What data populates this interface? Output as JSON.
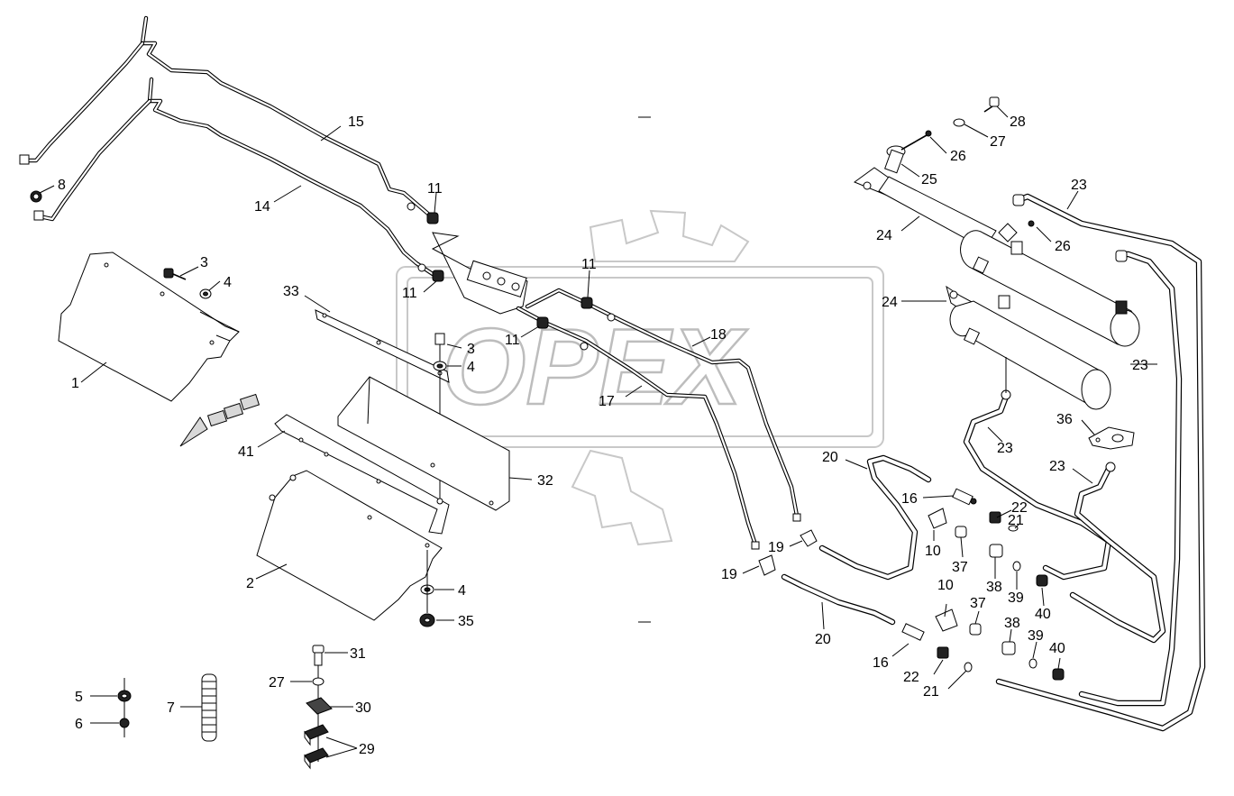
{
  "watermark": {
    "text": "OPEX"
  },
  "callouts": [
    {
      "id": "c1",
      "text": "1"
    },
    {
      "id": "c2",
      "text": "2"
    },
    {
      "id": "c3a",
      "text": "3"
    },
    {
      "id": "c3b",
      "text": "3"
    },
    {
      "id": "c4a",
      "text": "4"
    },
    {
      "id": "c4b",
      "text": "4"
    },
    {
      "id": "c4c",
      "text": "4"
    },
    {
      "id": "c5",
      "text": "5"
    },
    {
      "id": "c6",
      "text": "6"
    },
    {
      "id": "c7",
      "text": "7"
    },
    {
      "id": "c8",
      "text": "8"
    },
    {
      "id": "c10a",
      "text": "10"
    },
    {
      "id": "c10b",
      "text": "10"
    },
    {
      "id": "c11a",
      "text": "11"
    },
    {
      "id": "c11b",
      "text": "11"
    },
    {
      "id": "c11c",
      "text": "11"
    },
    {
      "id": "c11d",
      "text": "11"
    },
    {
      "id": "c14",
      "text": "14"
    },
    {
      "id": "c15",
      "text": "15"
    },
    {
      "id": "c16a",
      "text": "16"
    },
    {
      "id": "c16b",
      "text": "16"
    },
    {
      "id": "c17",
      "text": "17"
    },
    {
      "id": "c18",
      "text": "18"
    },
    {
      "id": "c19a",
      "text": "19"
    },
    {
      "id": "c19b",
      "text": "19"
    },
    {
      "id": "c20a",
      "text": "20"
    },
    {
      "id": "c20b",
      "text": "20"
    },
    {
      "id": "c21a",
      "text": "21"
    },
    {
      "id": "c21b",
      "text": "21"
    },
    {
      "id": "c22a",
      "text": "22"
    },
    {
      "id": "c22b",
      "text": "22"
    },
    {
      "id": "c23a",
      "text": "23"
    },
    {
      "id": "c23b",
      "text": "23"
    },
    {
      "id": "c23c",
      "text": "23"
    },
    {
      "id": "c23d",
      "text": "23"
    },
    {
      "id": "c24a",
      "text": "24"
    },
    {
      "id": "c24b",
      "text": "24"
    },
    {
      "id": "c25",
      "text": "25"
    },
    {
      "id": "c26a",
      "text": "26"
    },
    {
      "id": "c26b",
      "text": "26"
    },
    {
      "id": "c27a",
      "text": "27"
    },
    {
      "id": "c27b",
      "text": "27"
    },
    {
      "id": "c28",
      "text": "28"
    },
    {
      "id": "c29",
      "text": "29"
    },
    {
      "id": "c30",
      "text": "30"
    },
    {
      "id": "c31",
      "text": "31"
    },
    {
      "id": "c32",
      "text": "32"
    },
    {
      "id": "c33",
      "text": "33"
    },
    {
      "id": "c35",
      "text": "35"
    },
    {
      "id": "c36",
      "text": "36"
    },
    {
      "id": "c37a",
      "text": "37"
    },
    {
      "id": "c37b",
      "text": "37"
    },
    {
      "id": "c38a",
      "text": "38"
    },
    {
      "id": "c38b",
      "text": "38"
    },
    {
      "id": "c39a",
      "text": "39"
    },
    {
      "id": "c39b",
      "text": "39"
    },
    {
      "id": "c40a",
      "text": "40"
    },
    {
      "id": "c40b",
      "text": "40"
    },
    {
      "id": "c41",
      "text": "41"
    }
  ]
}
